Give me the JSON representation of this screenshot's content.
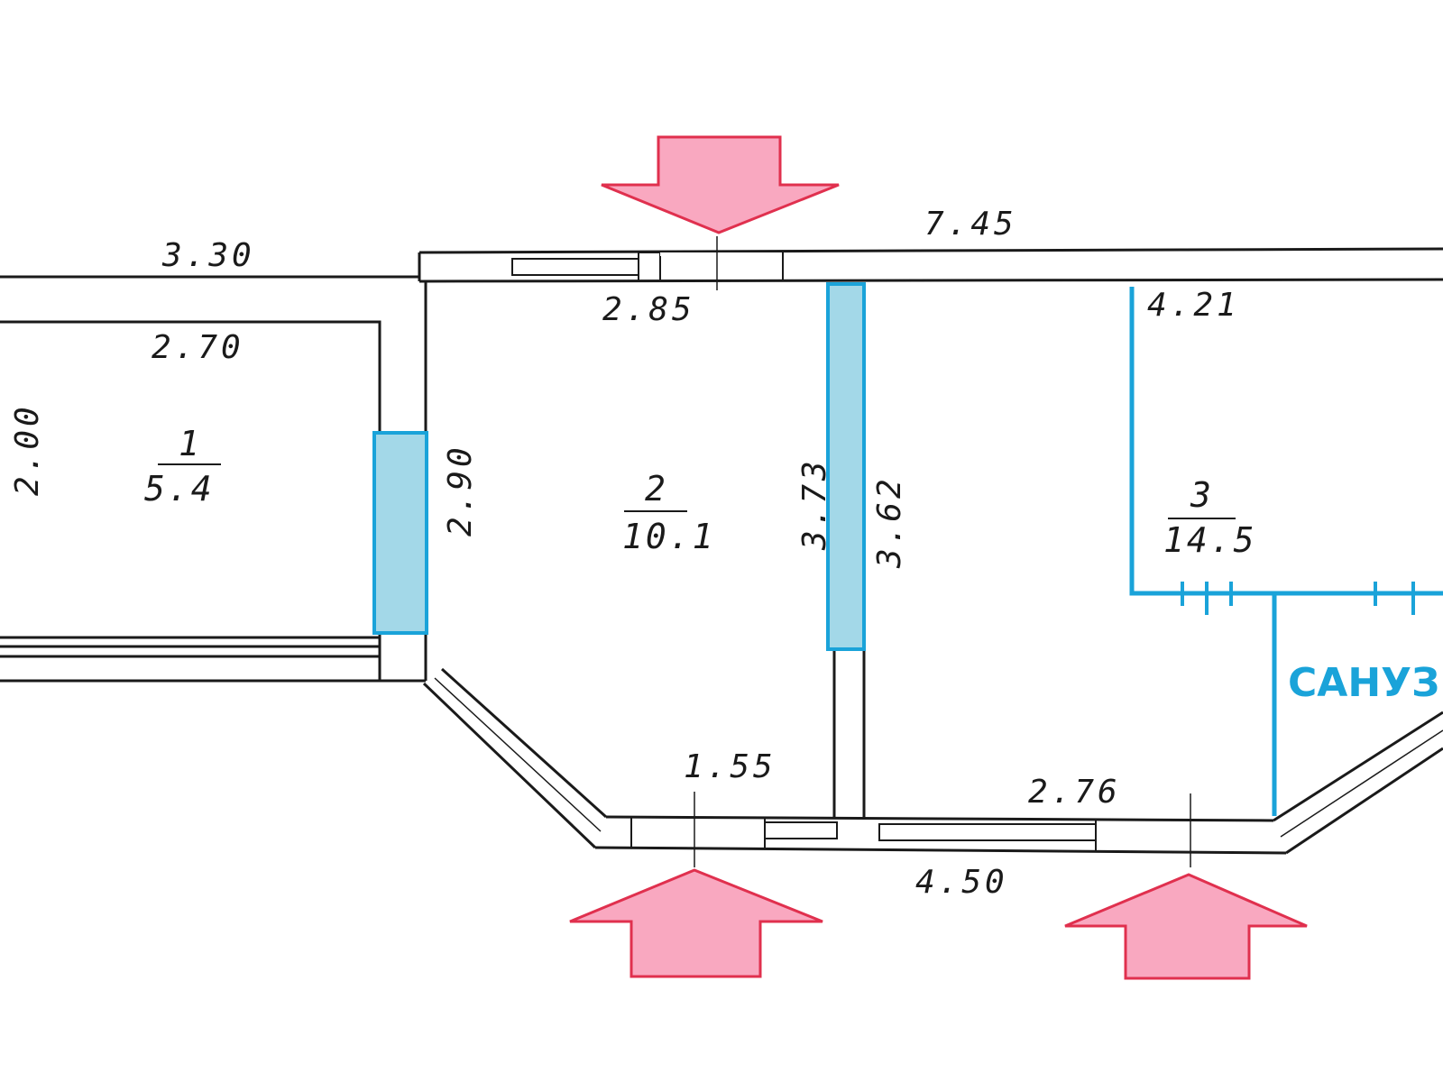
{
  "dimensions": {
    "top_left": "3.30",
    "top_right": "7.45",
    "top_mid": "2.85",
    "room1_width": "2.70",
    "room1_height": "2.00",
    "wall_1_2": "2.90",
    "wall_left_2_3": "3.73",
    "wall_right_2_3": "3.62",
    "room3_top": "4.21",
    "bottom_window": "1.55",
    "bottom_mid": "2.76",
    "bottom_total": "4.50"
  },
  "rooms": [
    {
      "number": "1",
      "area": "5.4"
    },
    {
      "number": "2",
      "area": "10.1"
    },
    {
      "number": "3",
      "area": "14.5"
    }
  ],
  "bathroom_label": "САНУЗЕЛ",
  "colors": {
    "wall": "#1a1a1a",
    "partition": "#1aa3d9",
    "partition_fill": "#a3d8e8",
    "arrow_fill": "#f9a8c0",
    "arrow_stroke": "#e0304e"
  }
}
